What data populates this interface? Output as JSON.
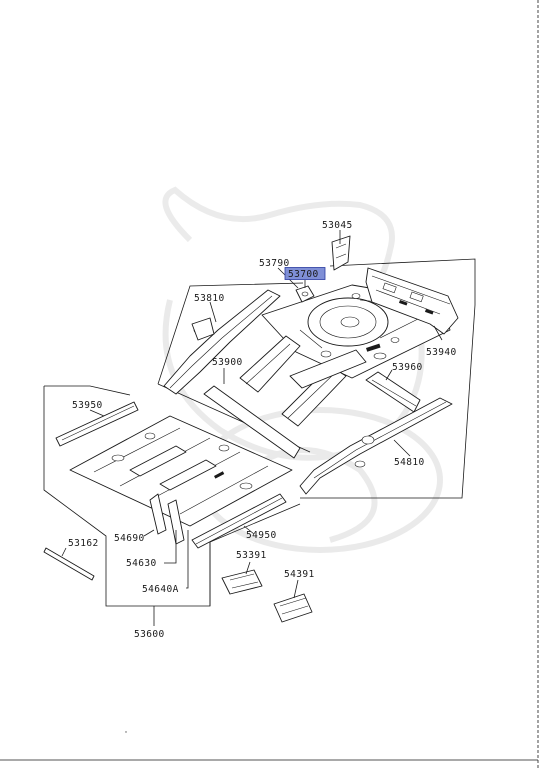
{
  "diagram": {
    "highlight_color": "#7f8fd6",
    "ink_color": "#1a1a1a",
    "part_numbers": {
      "p53045": "53045",
      "p53790": "53790",
      "p53700": "53700",
      "p53810": "53810",
      "p53900": "53900",
      "p53940": "53940",
      "p53960": "53960",
      "p54810": "54810",
      "p53950": "53950",
      "p54690": "54690",
      "p54630": "54630",
      "p54640a": "54640A",
      "p54950": "54950",
      "p53391": "53391",
      "p54391": "54391",
      "p53162": "53162",
      "p53600": "53600"
    },
    "selected_part": "53700"
  }
}
